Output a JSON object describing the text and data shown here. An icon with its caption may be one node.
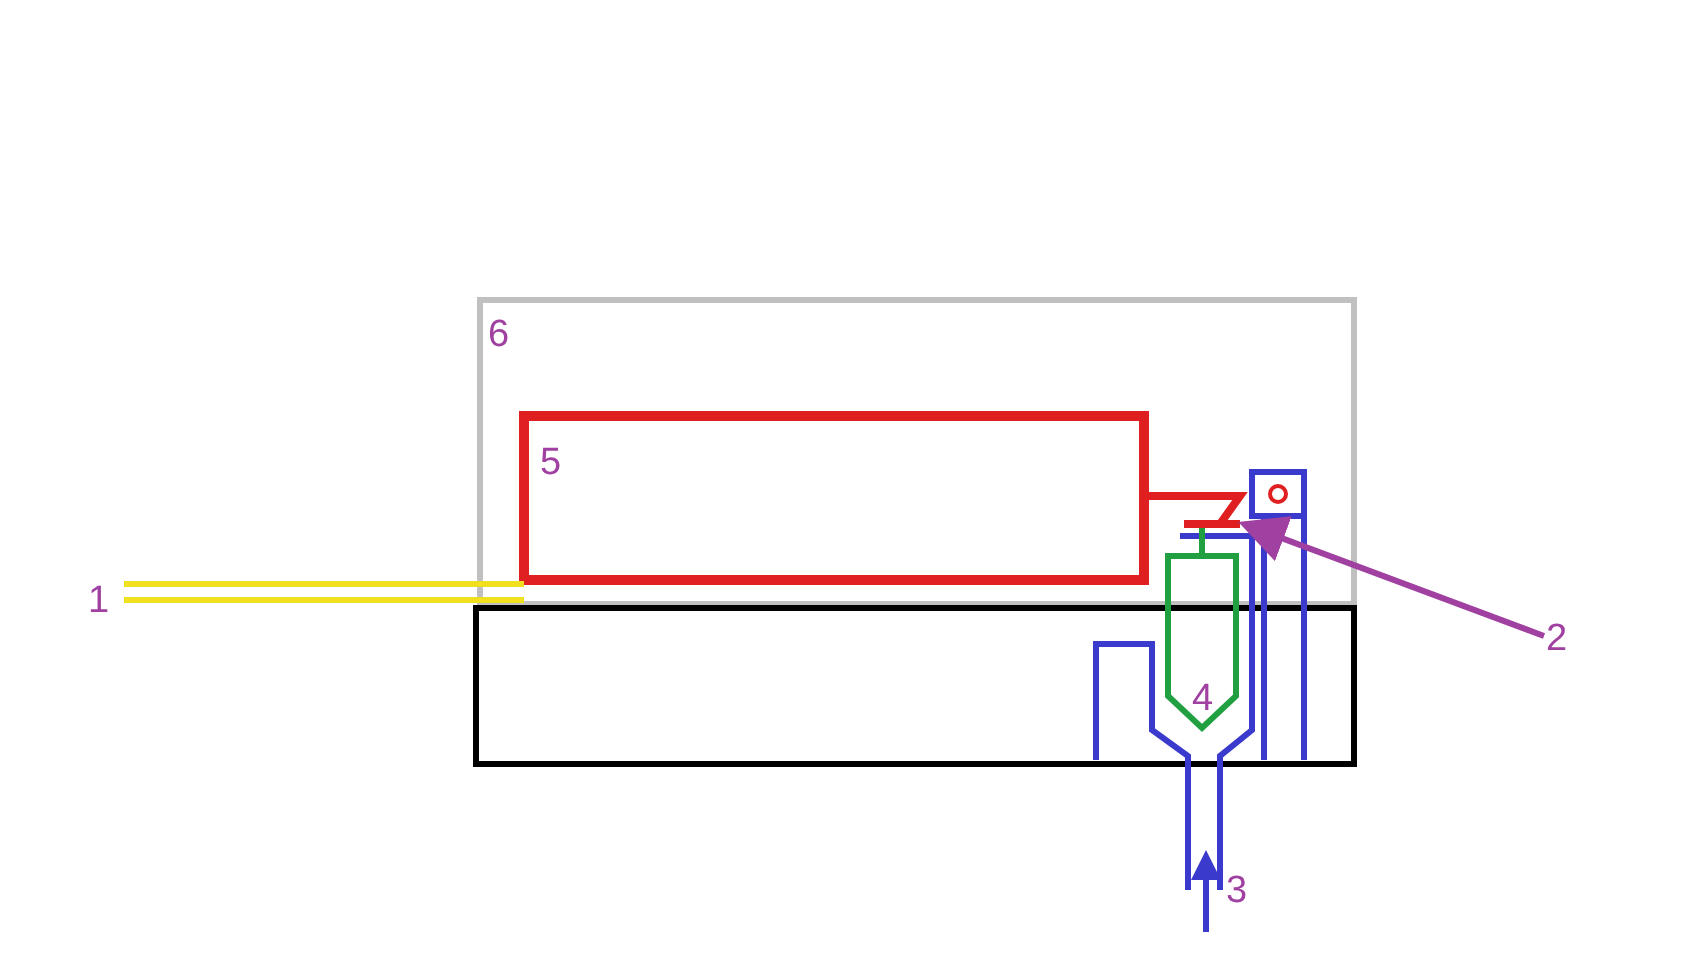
{
  "diagram": {
    "nodes": [
      {
        "text": [
          "2"
        ]
      },
      {
        "text": [],
        "shape": "bar"
      }
    ],
    "edges": [
      {
        "from": 0,
        "to": 1,
        "arrow": "to"
      }
    ],
    "labels": [
      "6",
      "5",
      "1",
      "4",
      "3"
    ]
  }
}
